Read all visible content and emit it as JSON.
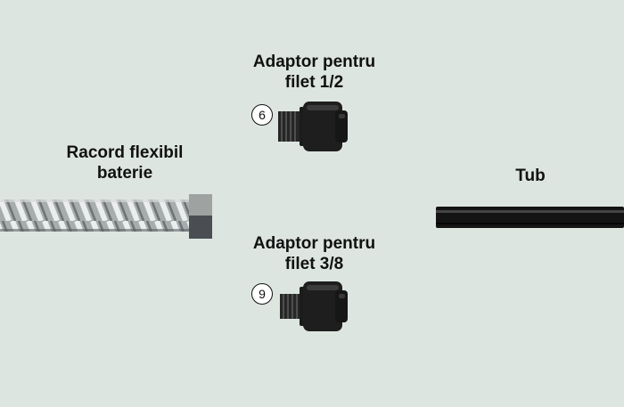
{
  "labels": {
    "adaptor_half": {
      "line1": "Adaptor pentru",
      "line2": "filet 1/2"
    },
    "adaptor_38": {
      "line1": "Adaptor pentru",
      "line2": "filet 3/8"
    },
    "flex_hose": {
      "line1": "Racord flexibil",
      "line2": "baterie"
    },
    "tube": "Tub"
  },
  "badges": {
    "adaptor_half": "6",
    "adaptor_38": "9"
  },
  "colors": {
    "background": "#dde5e0",
    "fitting_body": "#1c1c1c",
    "tube": "#141414",
    "hose": "#b9bcbd",
    "nut_top": "#9ea3a2",
    "nut_bottom": "#4a4d52"
  }
}
